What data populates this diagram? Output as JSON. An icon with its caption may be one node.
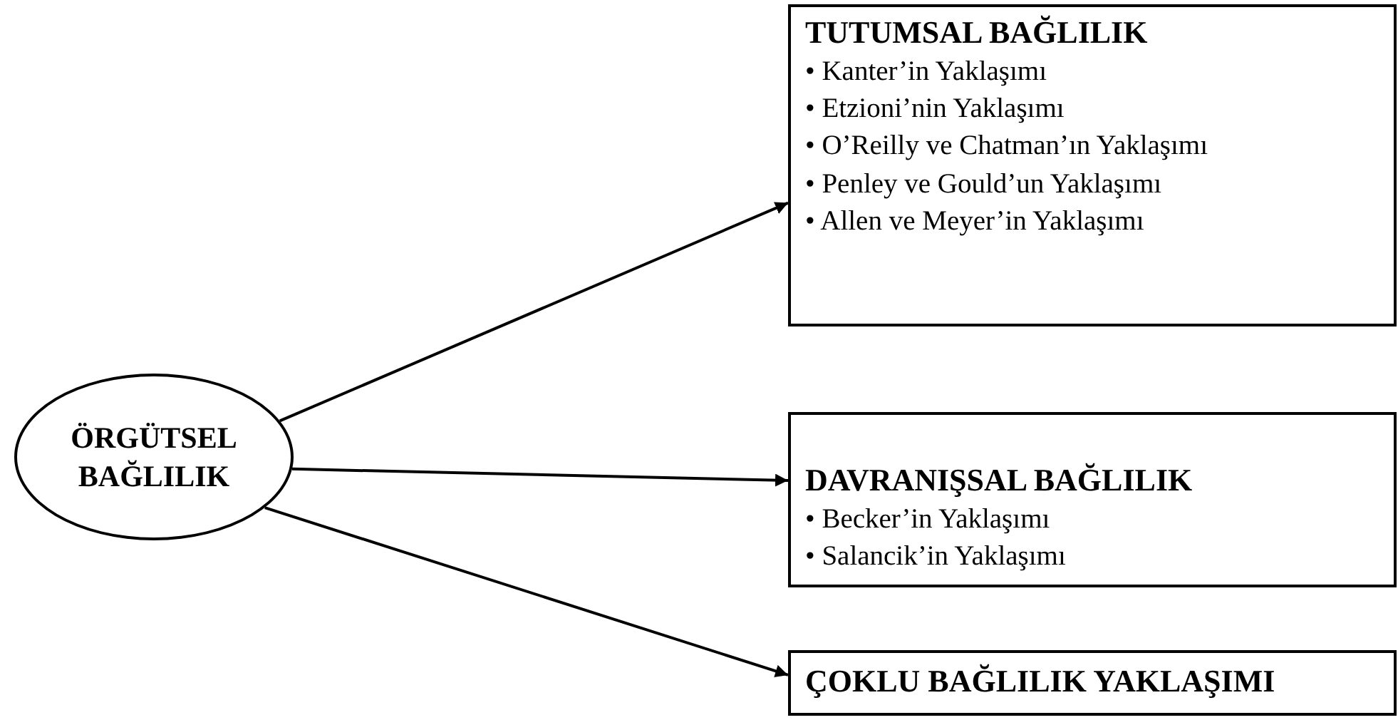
{
  "diagram": {
    "nodes": [
      {
        "text": [
          "ÖRGÜTSEL BAĞLILIK"
        ]
      },
      {
        "text": [
          "TUTUMSAL BAĞLILIK",
          "• Kanter’in Yaklaşımı",
          "• Etzioni’nin Yaklaşımı",
          "• O’Reilly ve Chatman’ın Yaklaşımı",
          "• Penley ve Gould’un Yaklaşımı",
          "• Allen ve Meyer’in Yaklaşımı"
        ]
      },
      {
        "text": [
          "DAVRANIŞSAL BAĞLILIK",
          "• Becker’in Yaklaşımı",
          "• Salancik’in Yaklaşımı"
        ]
      },
      {
        "text": [
          "ÇOKLU BAĞLILIK YAKLAŞIMI"
        ]
      }
    ],
    "edges": [
      {
        "from": 0,
        "to": 1,
        "arrow": "to"
      },
      {
        "from": 0,
        "to": 2,
        "arrow": "to"
      },
      {
        "from": 0,
        "to": 3,
        "arrow": "to"
      }
    ]
  }
}
